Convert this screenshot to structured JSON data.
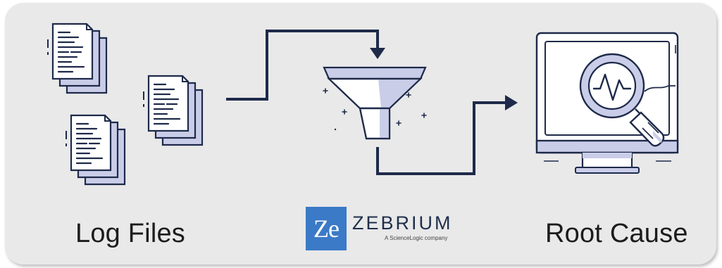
{
  "labels": {
    "left": "Log Files",
    "right": "Root Cause"
  },
  "logo": {
    "mark": "Ze",
    "wordmark": "ZEBRIUM",
    "tagline": "A ScienceLogic company"
  },
  "icons": {
    "log_files": "log-document-stack-icon",
    "funnel": "funnel-icon",
    "monitor": "monitor-with-magnifier-icon",
    "arrows": "flow-arrow-icon"
  },
  "colors": {
    "background": "#e9e9e9",
    "stroke": "#1e2a4a",
    "accent_fill": "#c9cde8",
    "logo_blue": "#3b7ac7"
  }
}
